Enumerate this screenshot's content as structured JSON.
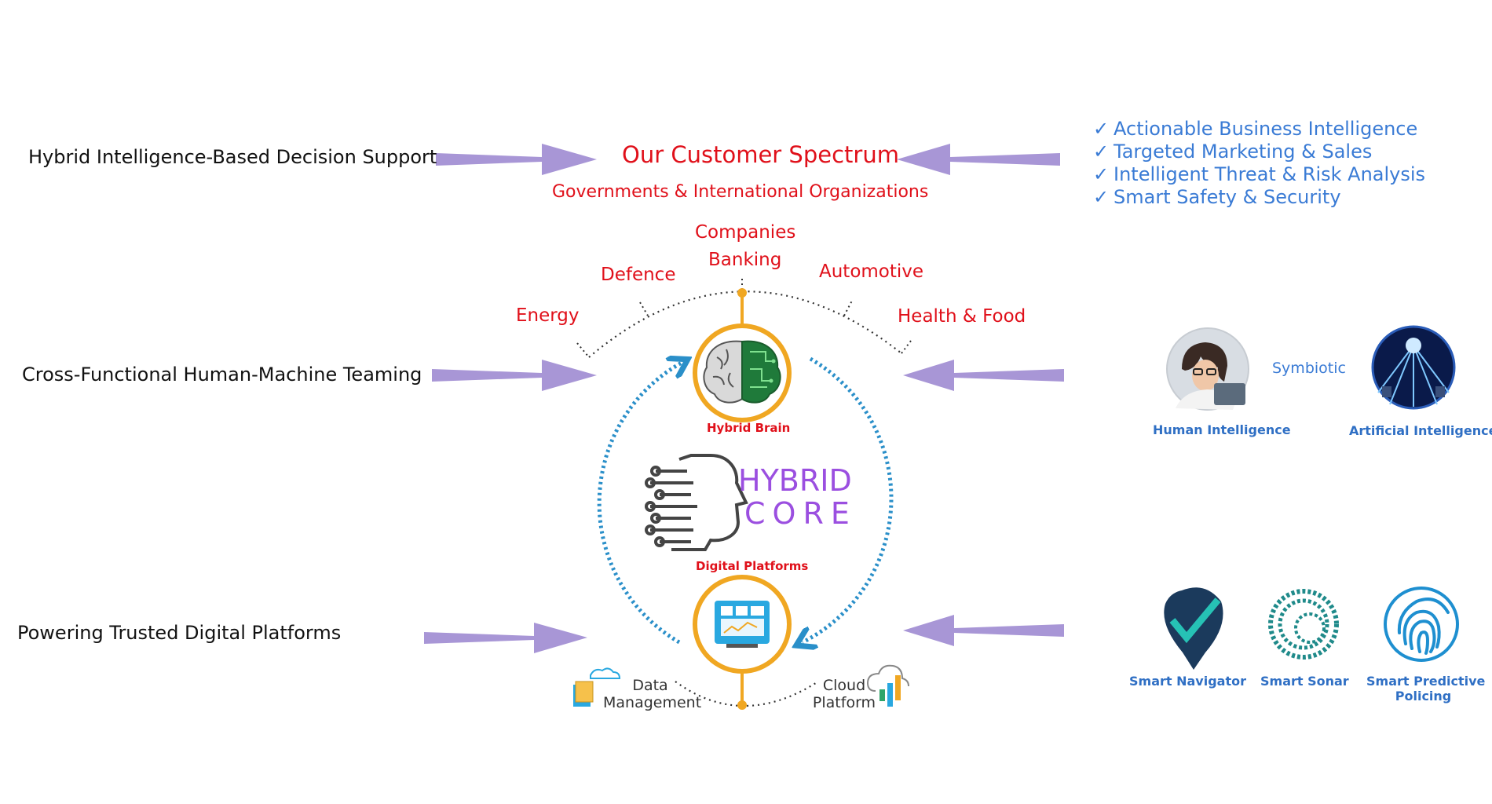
{
  "left_labels": {
    "decision_support": "Hybrid Intelligence-Based Decision Support",
    "teaming": "Cross-Functional Human-Machine Teaming",
    "platforms": "Powering Trusted Digital Platforms"
  },
  "center": {
    "title": "Our Customer Spectrum",
    "subtitle": "Governments & International Organizations",
    "sectors": {
      "companies": "Companies",
      "banking": "Banking",
      "defence": "Defence",
      "automotive": "Automotive",
      "energy": "Energy",
      "health_food": "Health & Food"
    },
    "hybrid_brain_label": "Hybrid Brain",
    "core_line1": "HYBRID",
    "core_line2": "CORE",
    "digital_platforms_label": "Digital Platforms",
    "data_management": {
      "line1": "Data",
      "line2": "Management"
    },
    "cloud_platform": {
      "line1": "Cloud",
      "line2": "Platform"
    }
  },
  "benefits": {
    "tick": "✓",
    "items": [
      "Actionable Business Intelligence",
      "Targeted Marketing & Sales",
      "Intelligent Threat & Risk Analysis",
      "Smart Safety & Security"
    ]
  },
  "teaming_right": {
    "symbiotic": "Symbiotic",
    "human": "Human Intelligence",
    "artificial": "Artificial Intelligence"
  },
  "products": {
    "navigator": "Smart Navigator",
    "sonar": "Smart Sonar",
    "policing_line1": "Smart Predictive",
    "policing_line2": "Policing"
  },
  "icons": [
    "brain-icon",
    "head-circuit-icon",
    "dashboard-icon",
    "folder-icon",
    "cloud-icon",
    "navigator-icon",
    "sonar-icon",
    "fingerprint-icon"
  ],
  "colors": {
    "arrow": "#a896d6",
    "red": "#e0101a",
    "blue": "#3a7bd5",
    "orange": "#f0a722",
    "dotted_blue": "#2a8fc9",
    "purple": "#9b4fe0"
  }
}
